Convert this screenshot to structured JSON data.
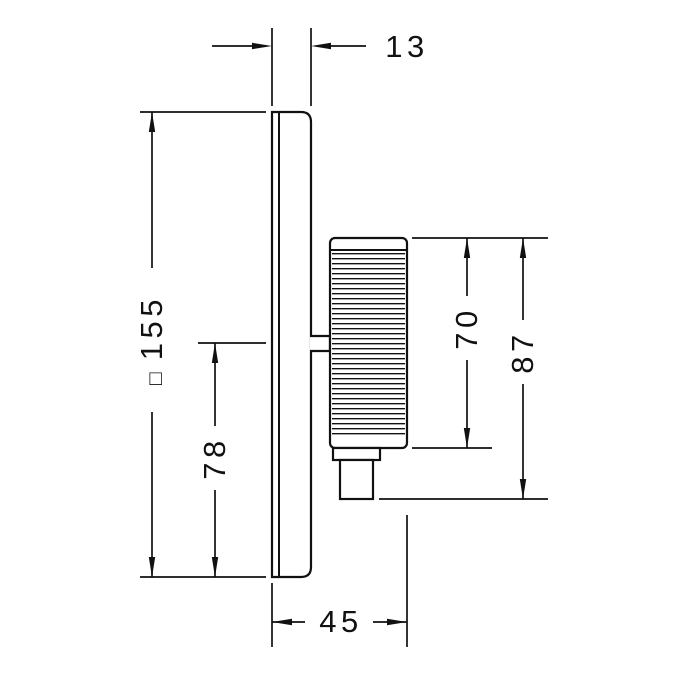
{
  "drawing": {
    "background": "#ffffff",
    "line_color": "#111111",
    "dimensions": {
      "plate_thickness": {
        "value": "13"
      },
      "plate_size": {
        "symbol": "□",
        "value": "155"
      },
      "center_to_bottom": {
        "value": "78"
      },
      "handle_height": {
        "value": "70"
      },
      "handle_depth_total": {
        "value": "87"
      },
      "projection": {
        "value": "45"
      }
    }
  }
}
